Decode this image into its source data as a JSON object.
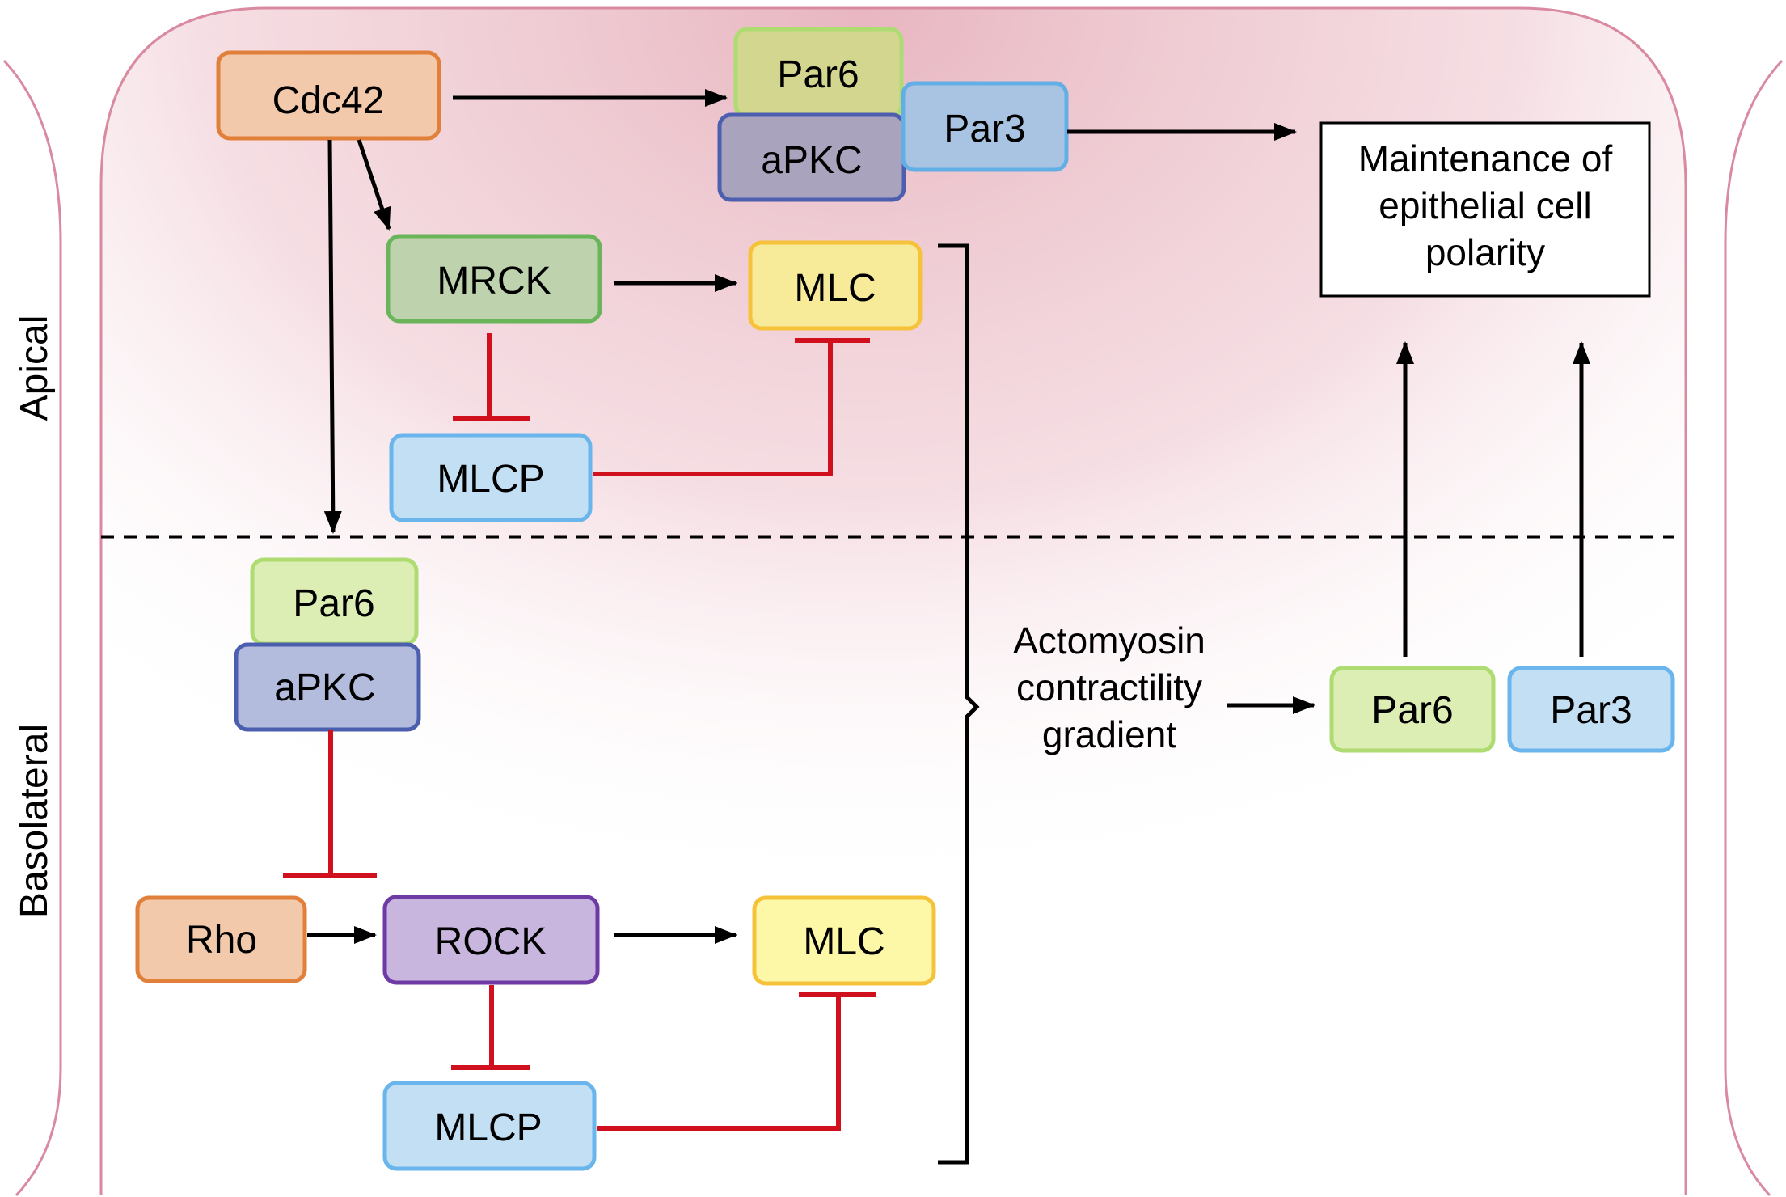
{
  "regions": {
    "apical": "Apical",
    "basolateral": "Basolateral"
  },
  "apical": {
    "cdc42": "Cdc42",
    "par6": "Par6",
    "apkc": "aPKC",
    "par3": "Par3",
    "mrck": "MRCK",
    "mlc": "MLC",
    "mlcp": "MLCP"
  },
  "basolateral": {
    "par6": "Par6",
    "apkc": "aPKC",
    "rho": "Rho",
    "rock": "ROCK",
    "mlc": "MLC",
    "mlcp": "MLCP"
  },
  "gradient": {
    "line1": "Actomyosin",
    "line2": "contractility",
    "line3": "gradient"
  },
  "outputs": {
    "par6": "Par6",
    "par3": "Par3"
  },
  "polarity": {
    "line1": "Maintenance of",
    "line2": "epithelial cell",
    "line3": "polarity"
  },
  "colors": {
    "activation_arrow": "#000000",
    "inhibition_line": "#d0101c",
    "cell_membrane": "#d98aa0",
    "apical_gradient": "#e8b6c0"
  }
}
